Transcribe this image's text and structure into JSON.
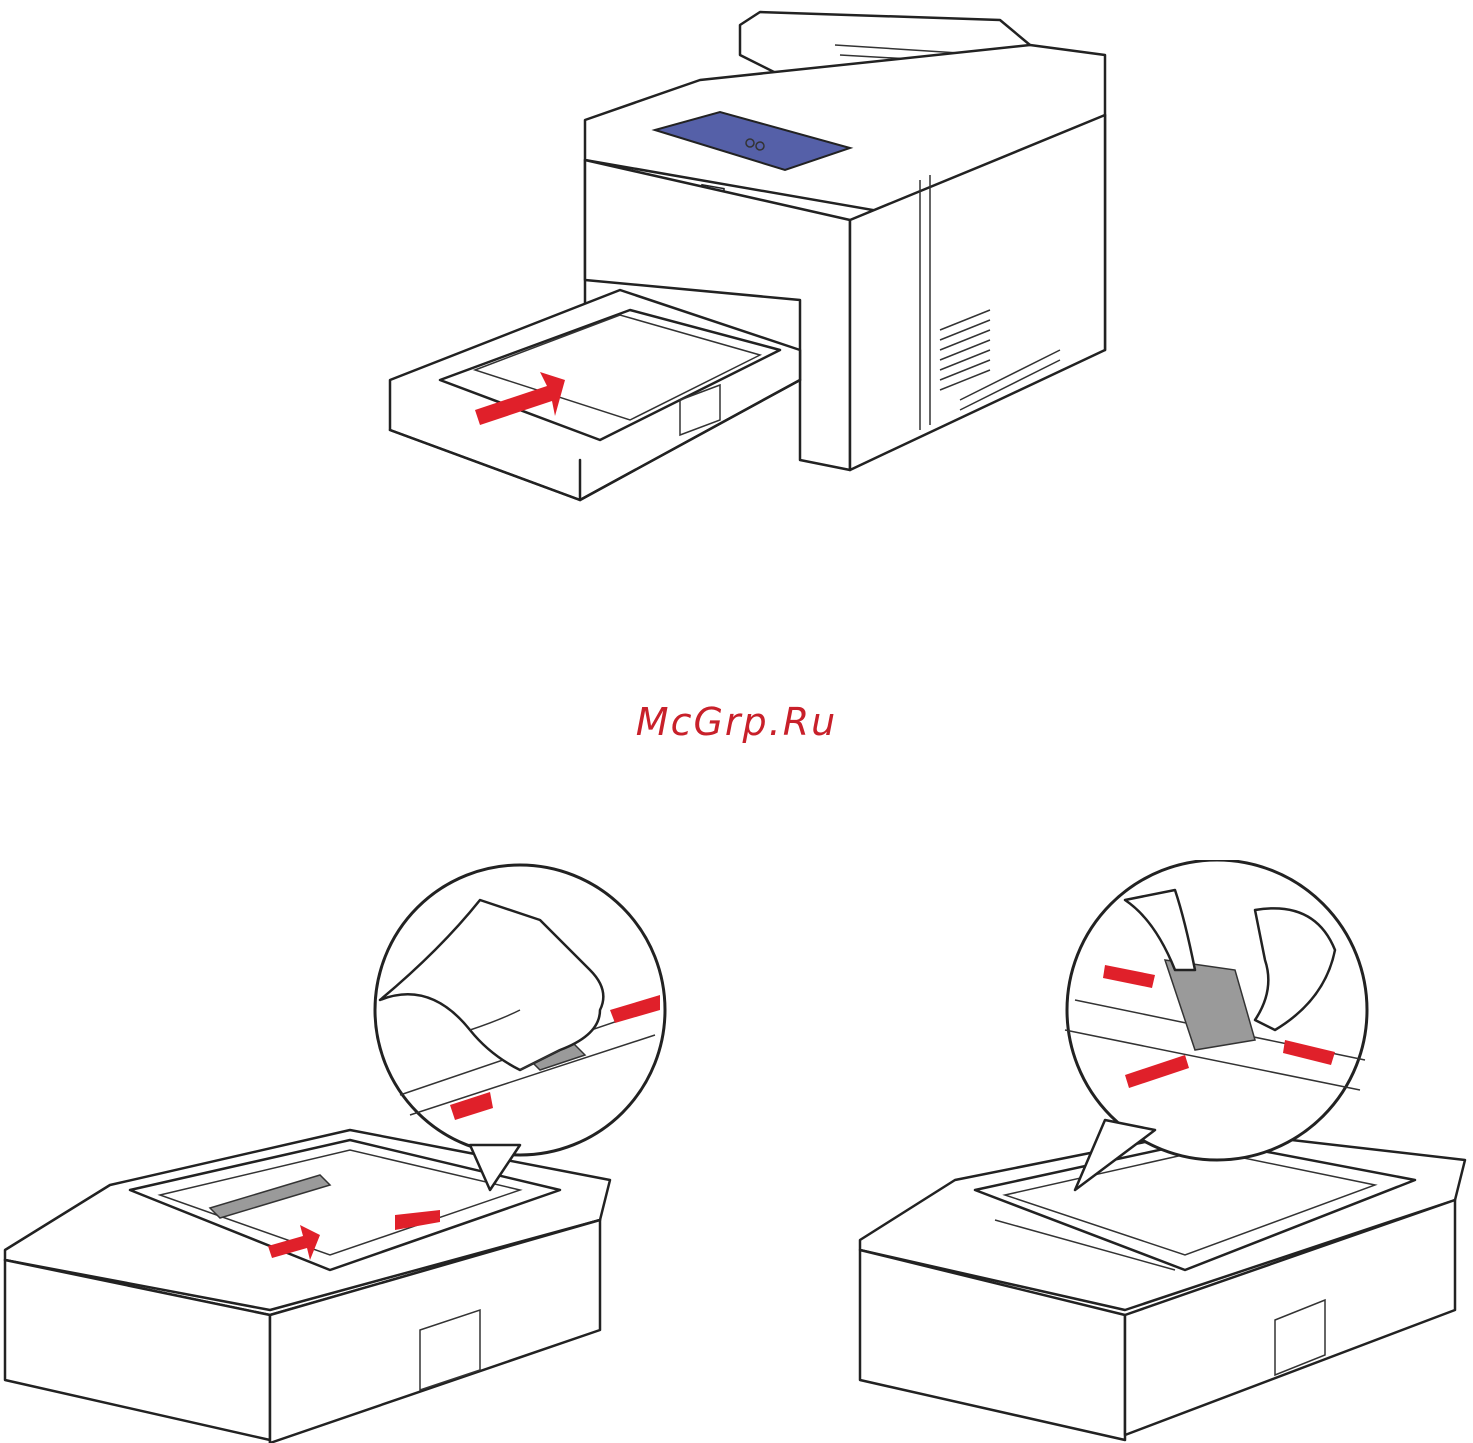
{
  "watermark": {
    "text": "McGrp.Ru",
    "color": "#c8202a"
  },
  "colors": {
    "arrow": "#e0202a",
    "panel": "#5560a8",
    "outline": "#222222",
    "guide": "#9a9a9a"
  },
  "figures": [
    {
      "id": "printer-tray-open",
      "icon": "printer-with-tray-pulled-out"
    },
    {
      "id": "tray-length-guide",
      "icon": "tray-length-guide-squeeze"
    },
    {
      "id": "tray-width-guide",
      "icon": "tray-width-guide-squeeze"
    }
  ]
}
